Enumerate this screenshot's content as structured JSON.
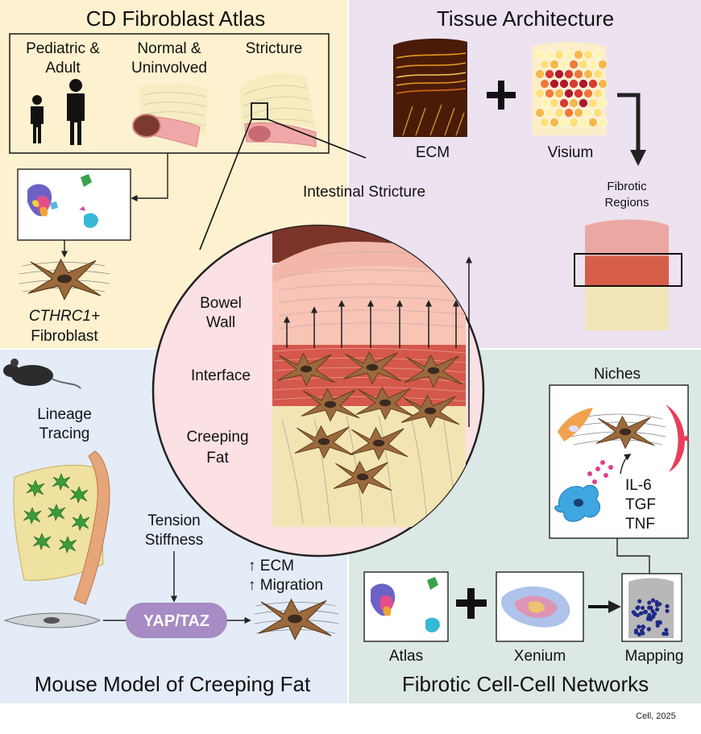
{
  "colors": {
    "atlas_bg": "#fdf1cf",
    "architecture_bg": "#ece2f0",
    "mouse_bg": "#e3ecf7",
    "networks_bg": "#dbe8e6",
    "circle_bg": "#fbe0e4",
    "yaptaz": "#a68bc4",
    "fibroblast": "#9b6a3c"
  },
  "panels": {
    "atlas": {
      "title": "CD Fibroblast Atlas",
      "col1": [
        "Pediatric &",
        "Adult"
      ],
      "col2": [
        "Normal &",
        "Uninvolved"
      ],
      "col3": "Stricture",
      "fibroblast_gene": "CTHRC1+",
      "fibroblast_label": "Fibroblast"
    },
    "architecture": {
      "title": "Tissue Architecture",
      "ecm": "ECM",
      "visium": "Visium",
      "regions": [
        "Fibrotic",
        "Regions"
      ]
    },
    "mouse": {
      "title": "Mouse Model of Creeping Fat",
      "lineage": [
        "Lineage",
        "Tracing"
      ],
      "forces": [
        "Tension",
        "Stiffness"
      ],
      "yaptaz": "YAP/TAZ",
      "ecm_up": "↑ ECM",
      "migration_up": "↑ Migration"
    },
    "networks": {
      "title": "Fibrotic Cell-Cell Networks",
      "niches": "Niches",
      "cytokines": [
        "IL-6",
        "TGF",
        "TNF"
      ],
      "atlas": "Atlas",
      "xenium": "Xenium",
      "mapping": "Mapping"
    },
    "center": {
      "title": "Intestinal Stricture",
      "bowel": [
        "Bowel",
        "Wall"
      ],
      "interface": "Interface",
      "fat": [
        "Creeping",
        "Fat"
      ]
    }
  },
  "citation": "Cell, 2025",
  "icons": [
    "plus-icon",
    "arrow-icon",
    "mouse-icon",
    "fibroblast-cell-icon",
    "person-icon"
  ]
}
